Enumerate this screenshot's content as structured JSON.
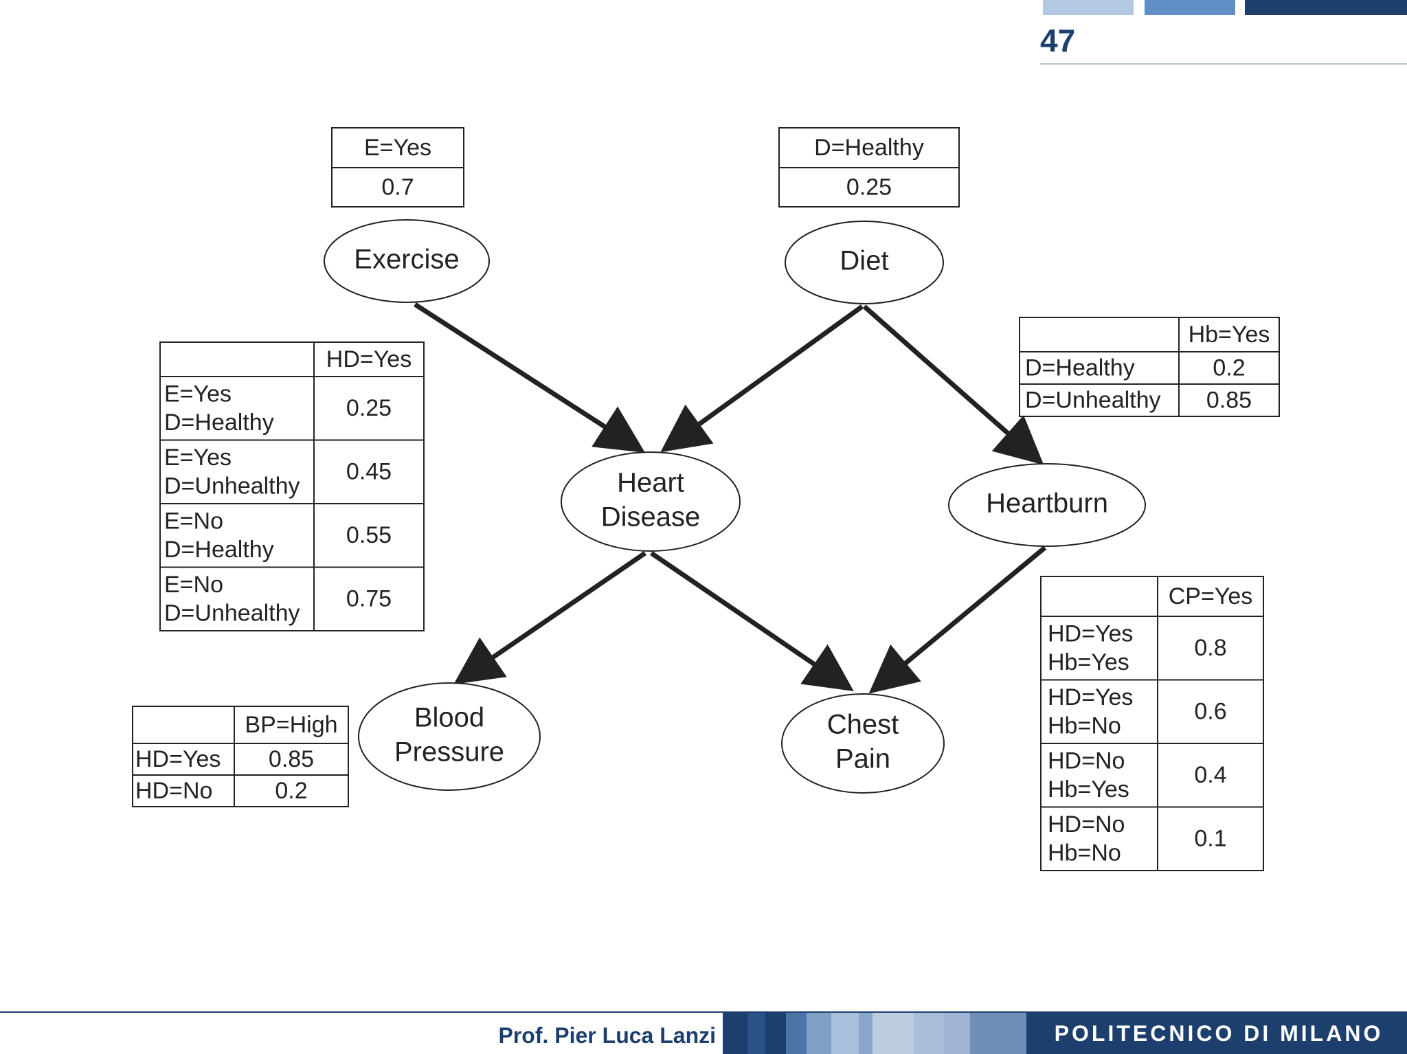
{
  "slide": {
    "number": "47"
  },
  "footer": {
    "author": "Prof. Pier Luca Lanzi",
    "institution": "POLITECNICO DI MILANO"
  },
  "colors": {
    "navy": "#1c3f6e",
    "mid_blue": "#5f8fc4",
    "light_blue": "#a9c0dc"
  },
  "diagram": {
    "nodes": {
      "exercise": [
        "Exercise"
      ],
      "diet": [
        "Diet"
      ],
      "heart_disease": [
        "Heart",
        "Disease"
      ],
      "heartburn": [
        "Heartburn"
      ],
      "blood_pressure": [
        "Blood",
        "Pressure"
      ],
      "chest_pain": [
        "Chest",
        "Pain"
      ]
    },
    "edges": [
      [
        "exercise",
        "heart_disease"
      ],
      [
        "diet",
        "heart_disease"
      ],
      [
        "diet",
        "heartburn"
      ],
      [
        "heart_disease",
        "blood_pressure"
      ],
      [
        "heart_disease",
        "chest_pain"
      ],
      [
        "heartburn",
        "chest_pain"
      ]
    ],
    "tables": {
      "exercise": {
        "header": "E=Yes",
        "value": "0.7"
      },
      "diet": {
        "header": "D=Healthy",
        "value": "0.25"
      },
      "heart_disease": {
        "header": "HD=Yes",
        "rows": [
          {
            "cond": [
              "E=Yes",
              "D=Healthy"
            ],
            "value": "0.25"
          },
          {
            "cond": [
              "E=Yes",
              "D=Unhealthy"
            ],
            "value": "0.45"
          },
          {
            "cond": [
              "E=No",
              "D=Healthy"
            ],
            "value": "0.55"
          },
          {
            "cond": [
              "E=No",
              "D=Unhealthy"
            ],
            "value": "0.75"
          }
        ]
      },
      "heartburn": {
        "header": "Hb=Yes",
        "rows": [
          {
            "cond": [
              "D=Healthy"
            ],
            "value": "0.2"
          },
          {
            "cond": [
              "D=Unhealthy"
            ],
            "value": "0.85"
          }
        ]
      },
      "blood_pressure": {
        "header": "BP=High",
        "rows": [
          {
            "cond": [
              "HD=Yes"
            ],
            "value": "0.85"
          },
          {
            "cond": [
              "HD=No"
            ],
            "value": "0.2"
          }
        ]
      },
      "chest_pain": {
        "header": "CP=Yes",
        "rows": [
          {
            "cond": [
              "HD=Yes",
              "Hb=Yes"
            ],
            "value": "0.8"
          },
          {
            "cond": [
              "HD=Yes",
              "Hb=No"
            ],
            "value": "0.6"
          },
          {
            "cond": [
              "HD=No",
              "Hb=Yes"
            ],
            "value": "0.4"
          },
          {
            "cond": [
              "HD=No",
              "Hb=No"
            ],
            "value": "0.1"
          }
        ]
      }
    }
  }
}
